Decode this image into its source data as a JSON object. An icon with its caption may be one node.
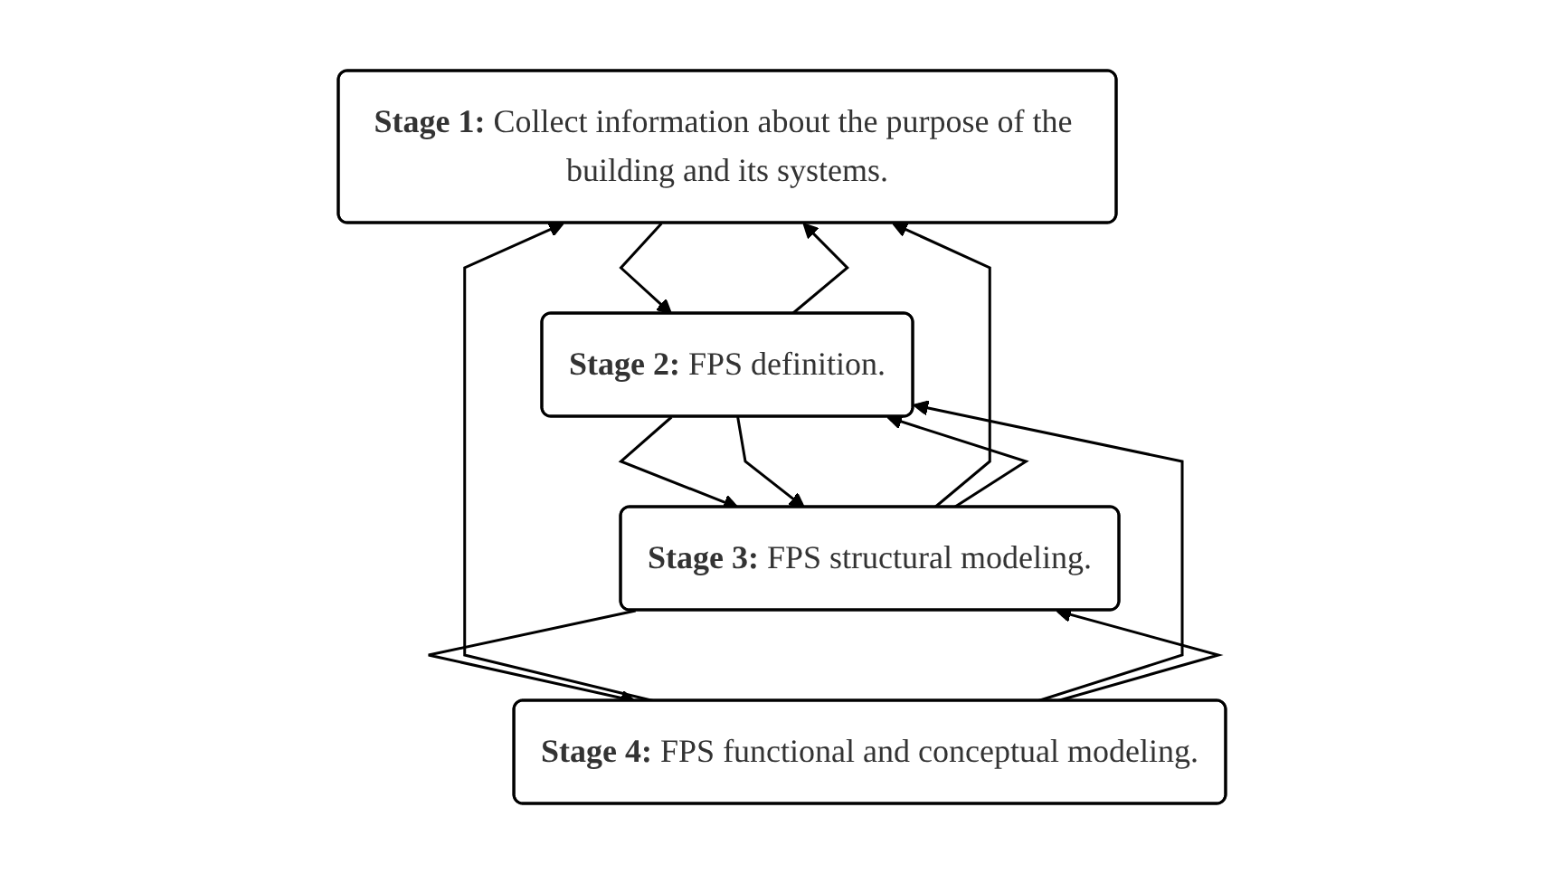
{
  "diagram": {
    "nodes": [
      {
        "text": [
          "**Stage 1:** Collect information about the purpose of the building and its systems."
        ]
      },
      {
        "text": [
          "**Stage 2:** FPS definition."
        ]
      },
      {
        "text": [
          "**Stage 3:** FPS structural modeling."
        ]
      },
      {
        "text": [
          "**Stage 4:** FPS functional and conceptual modeling."
        ]
      }
    ],
    "edges": [
      {
        "from": 0,
        "to": 1,
        "arrow": "to"
      },
      {
        "from": 1,
        "to": 2,
        "arrow": "to"
      },
      {
        "from": 2,
        "to": 3,
        "arrow": "to"
      },
      {
        "from": 1,
        "to": 0,
        "arrow": "to"
      },
      {
        "from": 1,
        "to": 2,
        "arrow": "to"
      },
      {
        "from": 2,
        "to": 0,
        "arrow": "to"
      },
      {
        "from": 2,
        "to": 1,
        "arrow": "to"
      },
      {
        "from": 3,
        "to": 0,
        "arrow": "to"
      },
      {
        "from": 3,
        "to": 1,
        "arrow": "to"
      },
      {
        "from": 3,
        "to": 2,
        "arrow": "to"
      }
    ]
  }
}
